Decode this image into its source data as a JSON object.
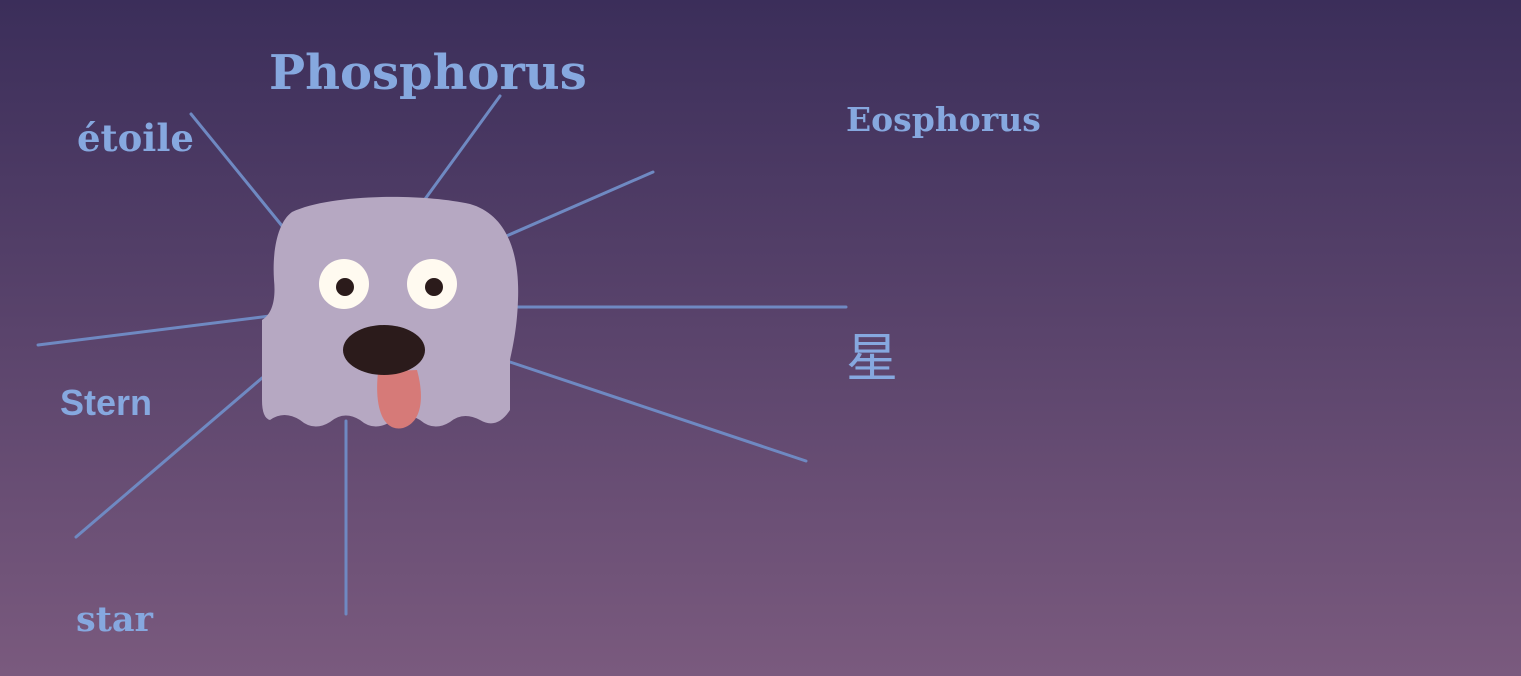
{
  "words": {
    "phosphorus": "Phosphorus",
    "etoile": "étoile",
    "eosphorus": "Eosphorus",
    "hoshi": "星",
    "stern": "Stern",
    "star": "star"
  },
  "colors": {
    "background_top": "#3b2e5a",
    "background_bottom": "#7a5a7e",
    "word": "#86a8df",
    "ray": "#6f89c2",
    "ghost_body": "#b6a8c2",
    "eye_white": "#fffaf0",
    "pupil": "#2b1b1b",
    "nose": "#2b1b1b",
    "tongue": "#d67a78"
  },
  "icons": {
    "character": "ghost-dog-icon"
  }
}
